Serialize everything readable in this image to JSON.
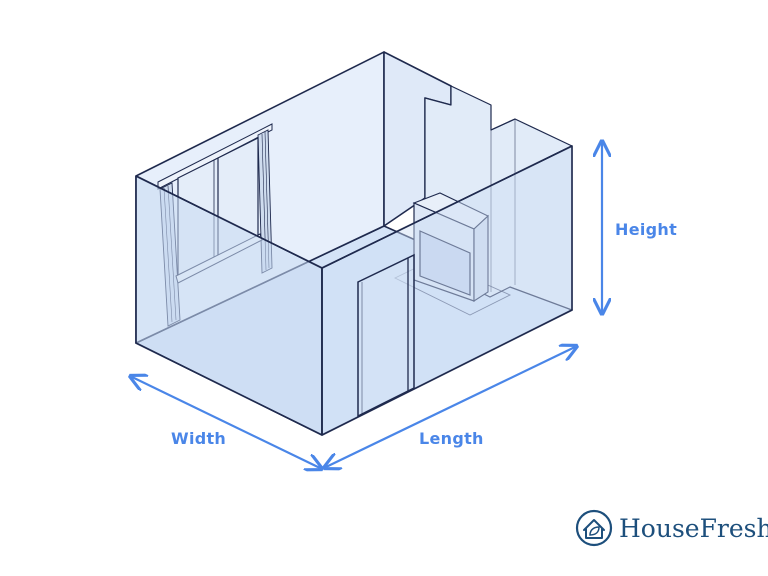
{
  "labels": {
    "width": "Width",
    "length": "Length",
    "height": "Height"
  },
  "brand": {
    "name": "HouseFresh",
    "icon": "house-leaf-logo-icon"
  },
  "colors": {
    "accent": "#4a86e8",
    "outline": "#1f2a4e",
    "wall_fill": "#dce8f9",
    "wall_fill_light": "#e7effb",
    "brand": "#1d4f7c"
  }
}
